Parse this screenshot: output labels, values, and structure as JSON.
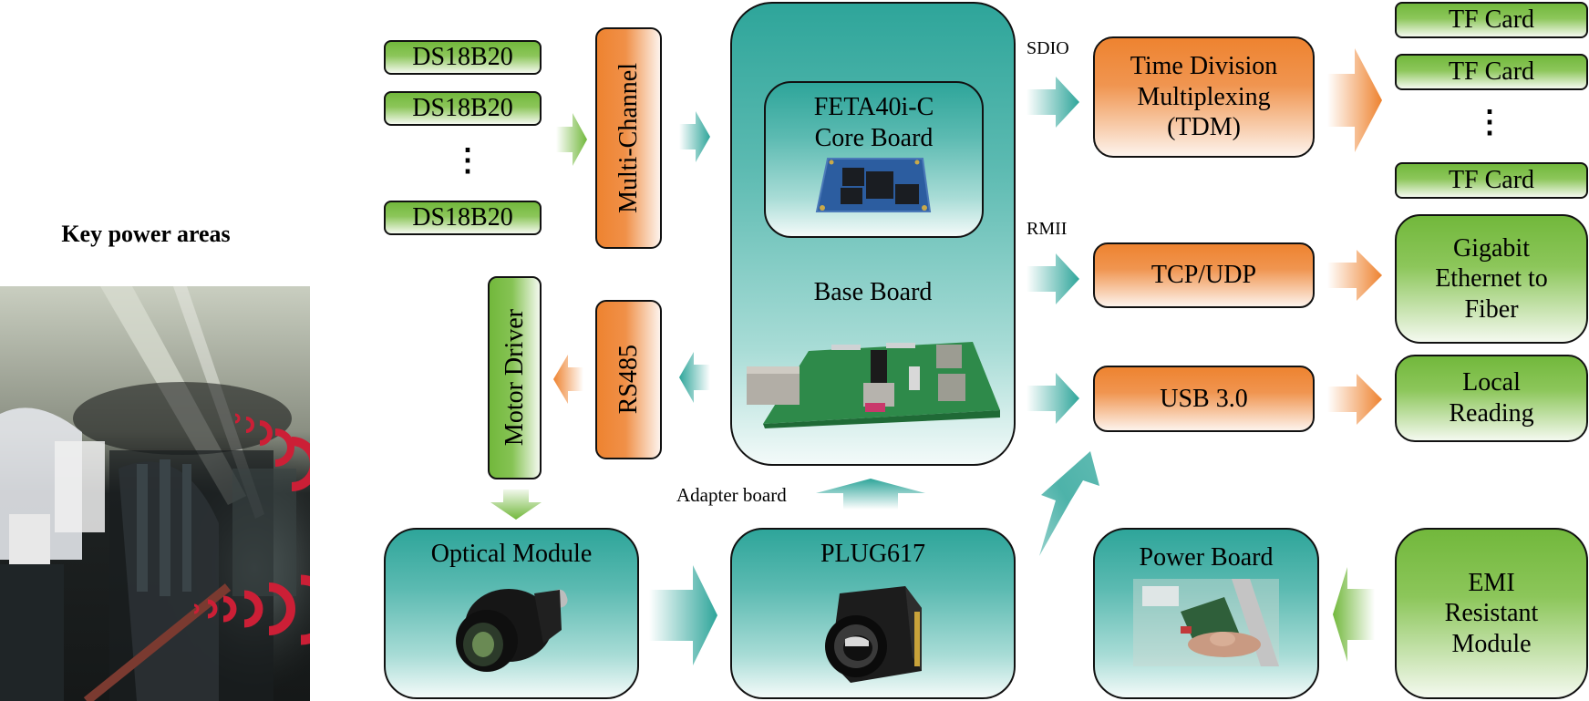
{
  "scene": {
    "title": "Key power areas"
  },
  "sensors": {
    "items": [
      "DS18B20",
      "DS18B20",
      "DS18B20"
    ],
    "ellipsis": "⋮"
  },
  "multi_channel": {
    "label": "Multi-Channel"
  },
  "motor_driver": {
    "label": "Motor Driver"
  },
  "rs485": {
    "label": "RS485"
  },
  "main_board": {
    "core_board_line1": "FETA40i-C",
    "core_board_line2": "Core Board",
    "base_board": "Base Board"
  },
  "interfaces": {
    "sdio": "SDIO",
    "rmii": "RMII",
    "adapter_board": "Adapter board"
  },
  "tdm": {
    "line1": "Time Division",
    "line2": "Multiplexing",
    "line3": "(TDM)"
  },
  "tcp_udp": {
    "label": "TCP/UDP"
  },
  "usb": {
    "label": "USB 3.0"
  },
  "tf_cards": {
    "items": [
      "TF Card",
      "TF Card",
      "TF Card"
    ],
    "ellipsis": "⋮"
  },
  "gigabit": {
    "line1": "Gigabit",
    "line2": "Ethernet to",
    "line3": "Fiber"
  },
  "local_reading": {
    "line1": "Local",
    "line2": "Reading"
  },
  "optical_module": {
    "label": "Optical Module"
  },
  "plug617": {
    "label": "PLUG617"
  },
  "power_board": {
    "label": "Power Board"
  },
  "emi": {
    "line1": "EMI",
    "line2": "Resistant",
    "line3": "Module"
  },
  "colors": {
    "teal": "#2ea59a",
    "green": "#72b83c",
    "orange": "#ee8330",
    "signal_red": "#cc1f36"
  }
}
